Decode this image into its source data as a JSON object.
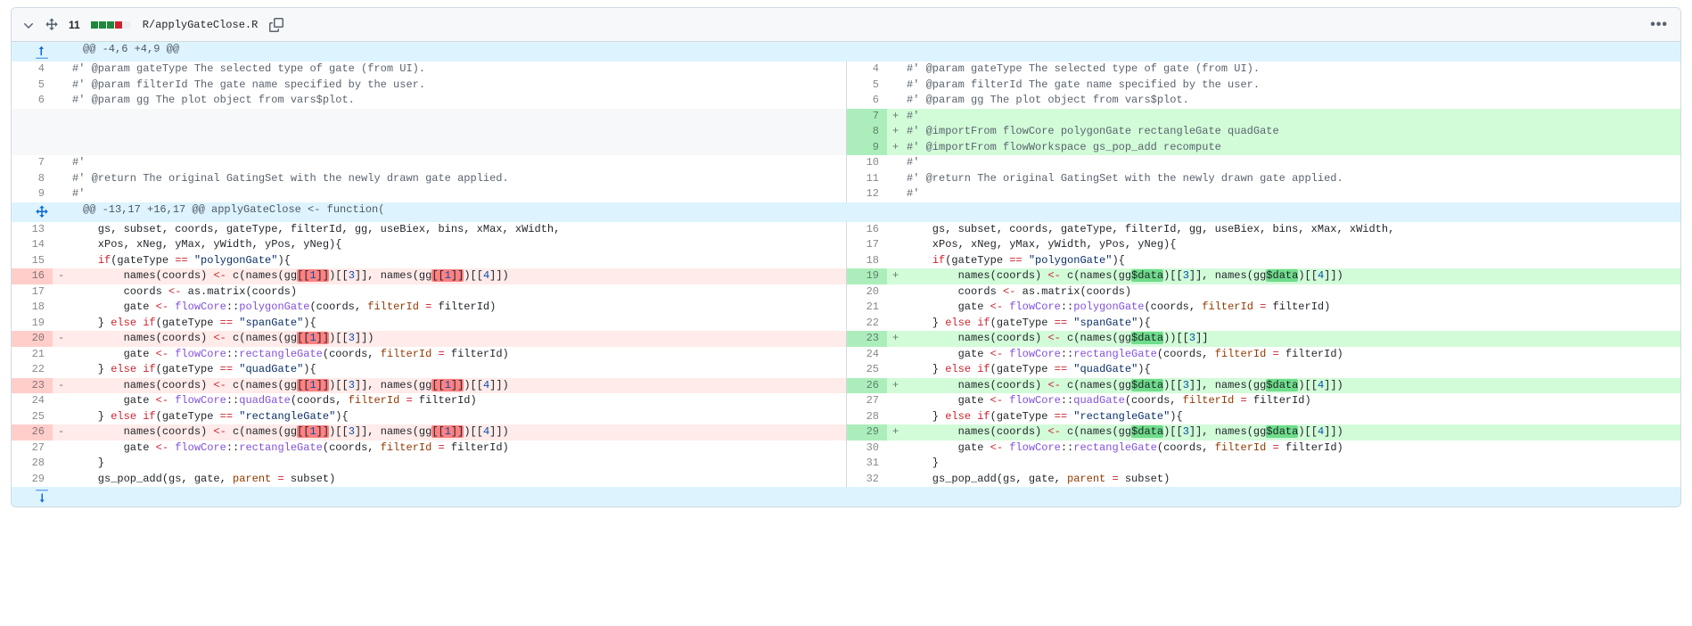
{
  "header": {
    "collapse_icon": "chevron-down-icon",
    "move_icon": "unfold-icon",
    "changes_count": "11",
    "diffstat_blocks": [
      "add",
      "add",
      "add",
      "del",
      "neutral"
    ],
    "file_path": "R/applyGateClose.R",
    "copy_icon": "copy-path-icon",
    "menu_label": "•••"
  },
  "diff": {
    "hunks": [
      {
        "expander_icon": "expand-up-icon",
        "header": "@@ -4,6 +4,9 @@",
        "rows": [
          {
            "type": "context",
            "left_num": "4",
            "right_num": "4",
            "left_sign": "",
            "right_sign": "",
            "left": "#' @param gateType The selected type of gate (from UI).",
            "right": "#' @param gateType The selected type of gate (from UI)."
          },
          {
            "type": "context",
            "left_num": "5",
            "right_num": "5",
            "left_sign": "",
            "right_sign": "",
            "left": "#' @param filterId The gate name specified by the user.",
            "right": "#' @param filterId The gate name specified by the user."
          },
          {
            "type": "context",
            "left_num": "6",
            "right_num": "6",
            "left_sign": "",
            "right_sign": "",
            "left": "#' @param gg The plot object from vars$plot.",
            "right": "#' @param gg The plot object from vars$plot."
          },
          {
            "type": "add",
            "left_num": "",
            "right_num": "7",
            "left_sign": "",
            "right_sign": "+",
            "left": "",
            "right": "#'"
          },
          {
            "type": "add",
            "left_num": "",
            "right_num": "8",
            "left_sign": "",
            "right_sign": "+",
            "left": "",
            "right": "#' @importFrom flowCore polygonGate rectangleGate quadGate"
          },
          {
            "type": "add",
            "left_num": "",
            "right_num": "9",
            "left_sign": "",
            "right_sign": "+",
            "left": "",
            "right": "#' @importFrom flowWorkspace gs_pop_add recompute"
          },
          {
            "type": "context",
            "left_num": "7",
            "right_num": "10",
            "left_sign": "",
            "right_sign": "",
            "left": "#'",
            "right": "#'"
          },
          {
            "type": "context",
            "left_num": "8",
            "right_num": "11",
            "left_sign": "",
            "right_sign": "",
            "left": "#' @return The original GatingSet with the newly drawn gate applied.",
            "right": "#' @return The original GatingSet with the newly drawn gate applied."
          },
          {
            "type": "context",
            "left_num": "9",
            "right_num": "12",
            "left_sign": "",
            "right_sign": "",
            "left": "#'",
            "right": "#'"
          }
        ]
      },
      {
        "expander_icon": "expand-both-icon",
        "header": "@@ -13,17 +16,17 @@ applyGateClose <- function(",
        "rows": [
          {
            "type": "context",
            "left_num": "13",
            "right_num": "16",
            "left_sign": "",
            "right_sign": "",
            "left": "    gs, subset, coords, gateType, filterId, gg, useBiex, bins, xMax, xWidth,",
            "right": "    gs, subset, coords, gateType, filterId, gg, useBiex, bins, xMax, xWidth,"
          },
          {
            "type": "context",
            "left_num": "14",
            "right_num": "17",
            "left_sign": "",
            "right_sign": "",
            "left": "    xPos, xNeg, yMax, yWidth, yPos, yNeg){",
            "right": "    xPos, xNeg, yMax, yWidth, yPos, yNeg){"
          },
          {
            "type": "context",
            "left_num": "15",
            "right_num": "18",
            "left_sign": "",
            "right_sign": "",
            "left": "    if(gateType == \"polygonGate\"){",
            "right": "    if(gateType == \"polygonGate\"){"
          },
          {
            "type": "del-add",
            "left_num": "16",
            "right_num": "19",
            "left_sign": "-",
            "right_sign": "+",
            "left": "        names(coords) <- c(names(gg[[1]])[[3]], names(gg[[1]])[[4]])",
            "right": "        names(coords) <- c(names(gg$data)[[3]], names(gg$data)[[4]])"
          },
          {
            "type": "context",
            "left_num": "17",
            "right_num": "20",
            "left_sign": "",
            "right_sign": "",
            "left": "        coords <- as.matrix(coords)",
            "right": "        coords <- as.matrix(coords)"
          },
          {
            "type": "context",
            "left_num": "18",
            "right_num": "21",
            "left_sign": "",
            "right_sign": "",
            "left": "        gate <- flowCore::polygonGate(coords, filterId = filterId)",
            "right": "        gate <- flowCore::polygonGate(coords, filterId = filterId)"
          },
          {
            "type": "context",
            "left_num": "19",
            "right_num": "22",
            "left_sign": "",
            "right_sign": "",
            "left": "    } else if(gateType == \"spanGate\"){",
            "right": "    } else if(gateType == \"spanGate\"){"
          },
          {
            "type": "del-add",
            "left_num": "20",
            "right_num": "23",
            "left_sign": "-",
            "right_sign": "+",
            "left": "        names(coords) <- c(names(gg[[1]])[[3]])",
            "right": "        names(coords) <- c(names(gg$data))[[3]]"
          },
          {
            "type": "context",
            "left_num": "21",
            "right_num": "24",
            "left_sign": "",
            "right_sign": "",
            "left": "        gate <- flowCore::rectangleGate(coords, filterId = filterId)",
            "right": "        gate <- flowCore::rectangleGate(coords, filterId = filterId)"
          },
          {
            "type": "context",
            "left_num": "22",
            "right_num": "25",
            "left_sign": "",
            "right_sign": "",
            "left": "    } else if(gateType == \"quadGate\"){",
            "right": "    } else if(gateType == \"quadGate\"){"
          },
          {
            "type": "del-add",
            "left_num": "23",
            "right_num": "26",
            "left_sign": "-",
            "right_sign": "+",
            "left": "        names(coords) <- c(names(gg[[1]])[[3]], names(gg[[1]])[[4]])",
            "right": "        names(coords) <- c(names(gg$data)[[3]], names(gg$data)[[4]])"
          },
          {
            "type": "context",
            "left_num": "24",
            "right_num": "27",
            "left_sign": "",
            "right_sign": "",
            "left": "        gate <- flowCore::quadGate(coords, filterId = filterId)",
            "right": "        gate <- flowCore::quadGate(coords, filterId = filterId)"
          },
          {
            "type": "context",
            "left_num": "25",
            "right_num": "28",
            "left_sign": "",
            "right_sign": "",
            "left": "    } else if(gateType == \"rectangleGate\"){",
            "right": "    } else if(gateType == \"rectangleGate\"){"
          },
          {
            "type": "del-add",
            "left_num": "26",
            "right_num": "29",
            "left_sign": "-",
            "right_sign": "+",
            "left": "        names(coords) <- c(names(gg[[1]])[[3]], names(gg[[1]])[[4]])",
            "right": "        names(coords) <- c(names(gg$data)[[3]], names(gg$data)[[4]])"
          },
          {
            "type": "context",
            "left_num": "27",
            "right_num": "30",
            "left_sign": "",
            "right_sign": "",
            "left": "        gate <- flowCore::rectangleGate(coords, filterId = filterId)",
            "right": "        gate <- flowCore::rectangleGate(coords, filterId = filterId)"
          },
          {
            "type": "context",
            "left_num": "28",
            "right_num": "31",
            "left_sign": "",
            "right_sign": "",
            "left": "    }",
            "right": "    }"
          },
          {
            "type": "context",
            "left_num": "29",
            "right_num": "32",
            "left_sign": "",
            "right_sign": "",
            "left": "    gs_pop_add(gs, gate, parent = subset)",
            "right": "    gs_pop_add(gs, gate, parent = subset)"
          }
        ]
      }
    ],
    "footer_expander_icon": "expand-down-icon"
  },
  "colors": {
    "add_bg": "#d2fbd8",
    "add_gutter": "#aceebb",
    "add_word": "#6fdd8b",
    "del_bg": "#ffebe9",
    "del_gutter": "#ffcecb",
    "del_word": "#ff8182",
    "hunk_bg": "#ddf4ff",
    "accent": "#0969da",
    "border": "#d1d9e0"
  }
}
